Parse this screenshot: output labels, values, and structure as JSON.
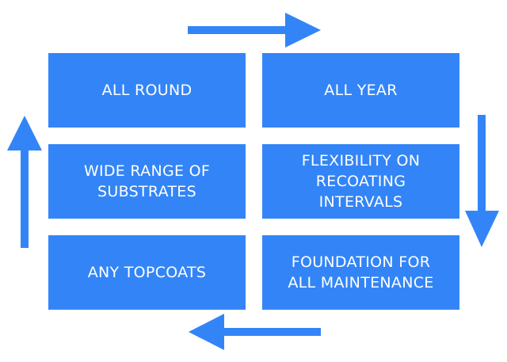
{
  "colors": {
    "box": "#3385f7",
    "arrow": "#3385f7",
    "text": "#ffffff"
  },
  "boxes": [
    {
      "id": "top-left",
      "label": "ALL ROUND"
    },
    {
      "id": "top-right",
      "label": "ALL YEAR"
    },
    {
      "id": "middle-left",
      "label": "WIDE RANGE OF\nSUBSTRATES"
    },
    {
      "id": "middle-right",
      "label": "FLEXIBILITY ON\nRECOATING\nINTERVALS"
    },
    {
      "id": "bottom-left",
      "label": "ANY TOPCOATS"
    },
    {
      "id": "bottom-right",
      "label": "FOUNDATION FOR\nALL MAINTENANCE"
    }
  ],
  "arrows": [
    {
      "name": "top-arrow",
      "direction": "right"
    },
    {
      "name": "right-arrow",
      "direction": "down"
    },
    {
      "name": "bottom-arrow",
      "direction": "left"
    },
    {
      "name": "left-arrow",
      "direction": "up"
    }
  ]
}
